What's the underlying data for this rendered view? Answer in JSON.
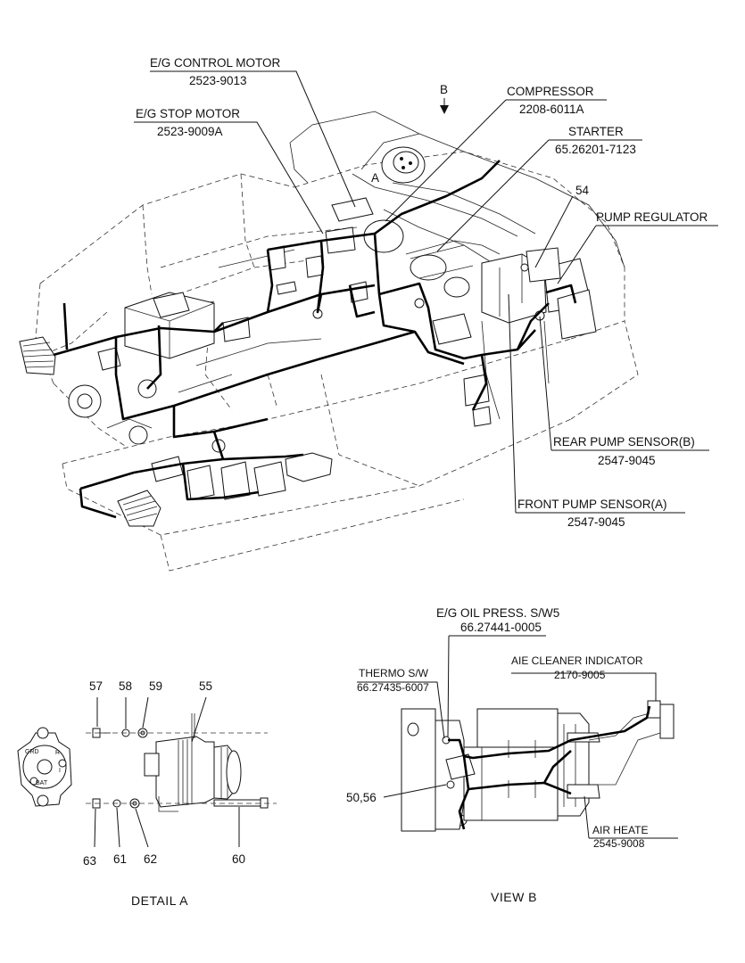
{
  "main_view": {
    "callouts": {
      "eg_control_motor": {
        "name": "E/G CONTROL MOTOR",
        "part_no": "2523-9013"
      },
      "eg_stop_motor": {
        "name": "E/G STOP MOTOR",
        "part_no": "2523-9009A"
      },
      "compressor": {
        "name": "COMPRESSOR",
        "part_no": "2208-6011A"
      },
      "starter": {
        "name": "STARTER",
        "part_no": "65.26201-7123"
      },
      "pump_regulator": {
        "name": "PUMP REGULATOR"
      },
      "rear_pump_sensor": {
        "name": "REAR PUMP SENSOR(B)",
        "part_no": "2547-9045"
      },
      "front_pump_sensor": {
        "name": "FRONT PUMP SENSOR(A)",
        "part_no": "2547-9045"
      }
    },
    "item_54": "54",
    "view_marker": "B",
    "detail_marker": "A"
  },
  "detail_a": {
    "title": "DETAIL  A",
    "items": [
      "57",
      "58",
      "59",
      "55",
      "63",
      "61",
      "62",
      "60"
    ],
    "alternator_terminals": {
      "grd": "GRD",
      "r": "R",
      "bat": "BAT",
      "i": "I"
    }
  },
  "view_b": {
    "title": "VIEW  B",
    "callouts": {
      "oil_press_sw": {
        "name": "E/G OIL PRESS. S/W5",
        "part_no": "66.27441-0005"
      },
      "thermo_sw": {
        "name": "THERMO S/W",
        "part_no": "66.27435-6007"
      },
      "air_cleaner_indicator": {
        "name": "AIE CLEANER INDICATOR",
        "part_no": "2170-9005"
      },
      "air_heate": {
        "name": "AIR HEATE",
        "part_no": "2545-9008"
      }
    },
    "item_50_56": "50,56"
  }
}
